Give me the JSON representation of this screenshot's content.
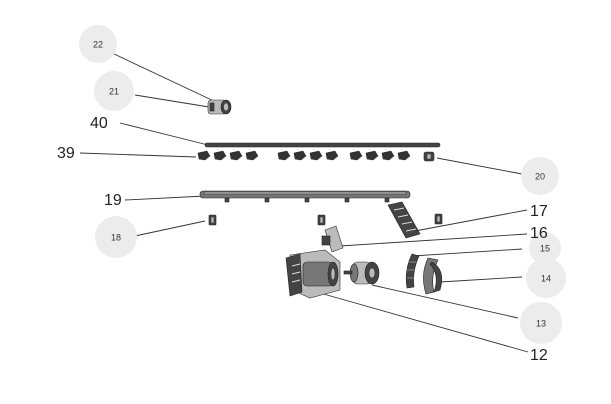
{
  "diagram": {
    "callouts": {
      "c22": "22",
      "c21": "21",
      "c40": "40",
      "c39": "39",
      "c20": "20",
      "c19": "19",
      "c18": "18",
      "c17": "17",
      "c16": "16",
      "c15": "15",
      "c14": "14",
      "c13": "13",
      "c12": "12"
    },
    "colors": {
      "bubble": "#ececec",
      "line": "#333333",
      "part_dark": "#444444"
    }
  }
}
